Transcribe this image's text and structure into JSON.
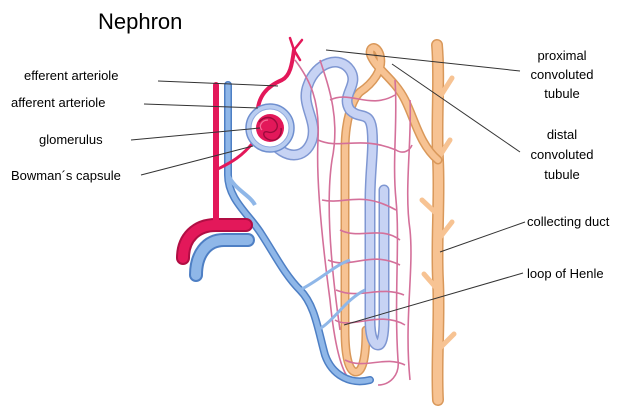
{
  "title": "Nephron",
  "labels": {
    "efferent_arteriole": "efferent arteriole",
    "afferent_arteriole": "afferent arteriole",
    "glomerulus": "glomerulus",
    "bowmans_capsule": "Bowman´s capsule",
    "proximal_tubule": [
      "proximal",
      "convoluted",
      "tubule"
    ],
    "distal_tubule": [
      "distal",
      "convoluted",
      "tubule"
    ],
    "collecting_duct": "collecting duct",
    "loop_of_henle": "loop of Henle"
  },
  "colors": {
    "arteriole_red": "#e3185a",
    "vein_blue": "#8fb7e8",
    "vein_blue_dark": "#4e7fc4",
    "capillary_pink": "#d4709a",
    "duct_orange": "#f7c393",
    "duct_orange_dark": "#d9985a",
    "capsule_blue": "#b9cdf0",
    "tubule_lilac": "#c7d3f4",
    "leader_line": "#333333"
  }
}
